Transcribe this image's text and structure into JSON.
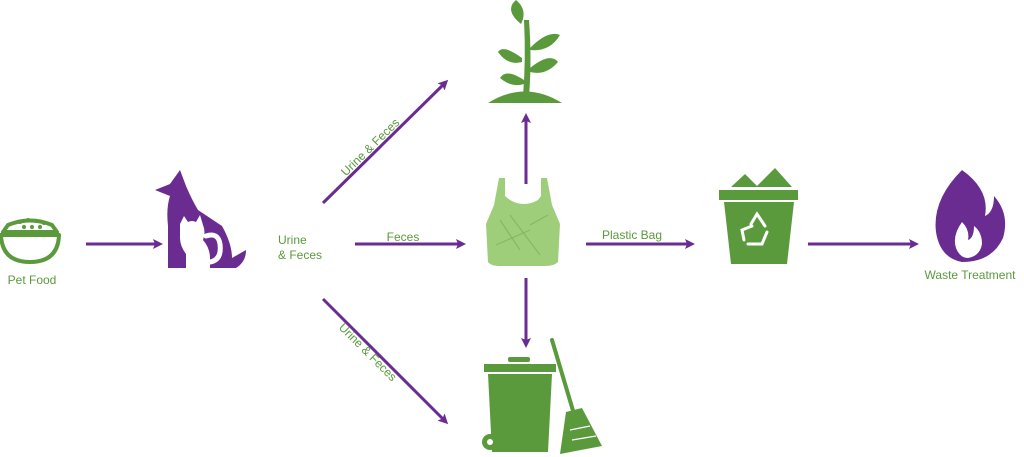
{
  "colors": {
    "purple": "#6a2c91",
    "green": "#5a9a3c",
    "bag_green": "#9fce7a",
    "background": "#ffffff"
  },
  "nodes": {
    "pet_food": {
      "label": "Pet Food",
      "icon": "pet-food-bowl-icon"
    },
    "pets": {
      "icon": "dog-cat-silhouette-icon"
    },
    "urine_feces": {
      "line1": "Urine",
      "line2": "& Feces"
    },
    "plant": {
      "icon": "plant-sprout-icon"
    },
    "plastic_bag": {
      "icon": "plastic-bag-icon"
    },
    "garbage": {
      "icon": "trash-bin-broom-icon"
    },
    "recycle_bin": {
      "icon": "recycle-bin-icon"
    },
    "waste_treatment": {
      "label": "Waste Treatment",
      "icon": "fire-flame-icon"
    }
  },
  "edges": {
    "to_plant": "Urine & Feces",
    "to_bag": "Feces",
    "to_garbage": "Urine & Feces",
    "to_recycle": "Plastic Bag"
  }
}
